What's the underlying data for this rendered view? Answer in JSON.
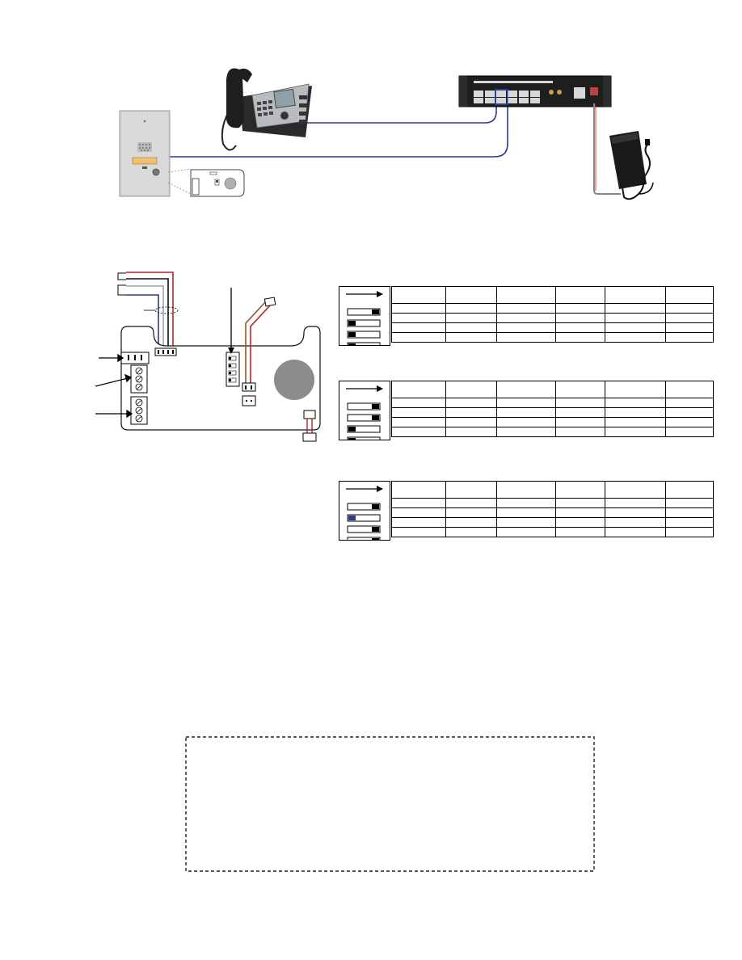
{
  "title": "",
  "colors": {
    "cable_blue": "#2e3a8a",
    "wire_red": "#c81e1e",
    "wire_black": "#111111",
    "wire_gray": "#9aa0a6",
    "wire_brown": "#8b5a2b",
    "panel_silver": "#c9cbcd",
    "equipment_dark": "#1f1f1f",
    "speaker_gray": "#8c8c8c"
  },
  "icons": [
    "door-station-icon",
    "master-station-phone-icon",
    "network-switch-icon",
    "power-adapter-icon",
    "circuit-board-icon",
    "speaker-icon",
    "dip-switch-icon",
    "arrow-icon"
  ],
  "dip_switch_tables": [
    {
      "rows": 4,
      "positions": [
        "right",
        "left",
        "left",
        "left"
      ]
    },
    {
      "rows": 4,
      "positions": [
        "right",
        "right",
        "left",
        "left"
      ]
    },
    {
      "rows": 4,
      "positions": [
        "right",
        "left",
        "right",
        "right"
      ]
    }
  ],
  "note": ""
}
